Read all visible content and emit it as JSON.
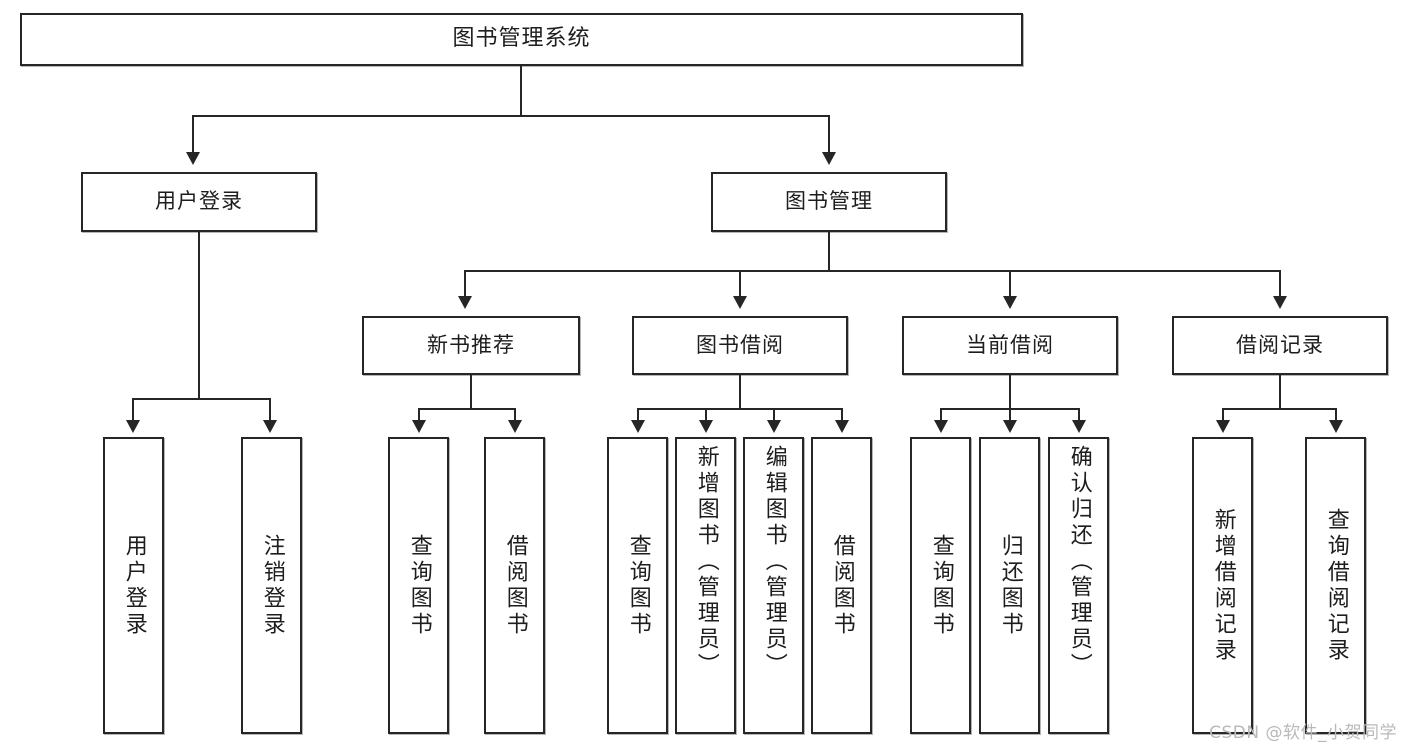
{
  "diagram": {
    "title": "图书管理系统",
    "watermark": "CSDN @软件_小贺同学",
    "colors": {
      "border": "#262626",
      "background": "#ffffff",
      "text": "#1d1d1d",
      "watermark": "#b9b9b9"
    },
    "root": {
      "label": "图书管理系统"
    },
    "level2": [
      {
        "label": "用户登录"
      },
      {
        "label": "图书管理"
      }
    ],
    "level3": [
      {
        "label": "新书推荐"
      },
      {
        "label": "图书借阅"
      },
      {
        "label": "当前借阅"
      },
      {
        "label": "借阅记录"
      }
    ],
    "leaves": {
      "user_login": [
        {
          "label": "用户登录"
        },
        {
          "label": "注销登录"
        }
      ],
      "new_book": [
        {
          "label": "查询图书"
        },
        {
          "label": "借阅图书"
        }
      ],
      "borrow_book": [
        {
          "label": "查询图书"
        },
        {
          "label": "新增图书（管理员）"
        },
        {
          "label": "编辑图书（管理员）"
        },
        {
          "label": "借阅图书"
        }
      ],
      "current_borrow": [
        {
          "label": "查询图书"
        },
        {
          "label": "归还图书"
        },
        {
          "label": "确认归还（管理员）"
        }
      ],
      "borrow_record": [
        {
          "label": "新增借阅记录"
        },
        {
          "label": "查询借阅记录"
        }
      ]
    }
  }
}
